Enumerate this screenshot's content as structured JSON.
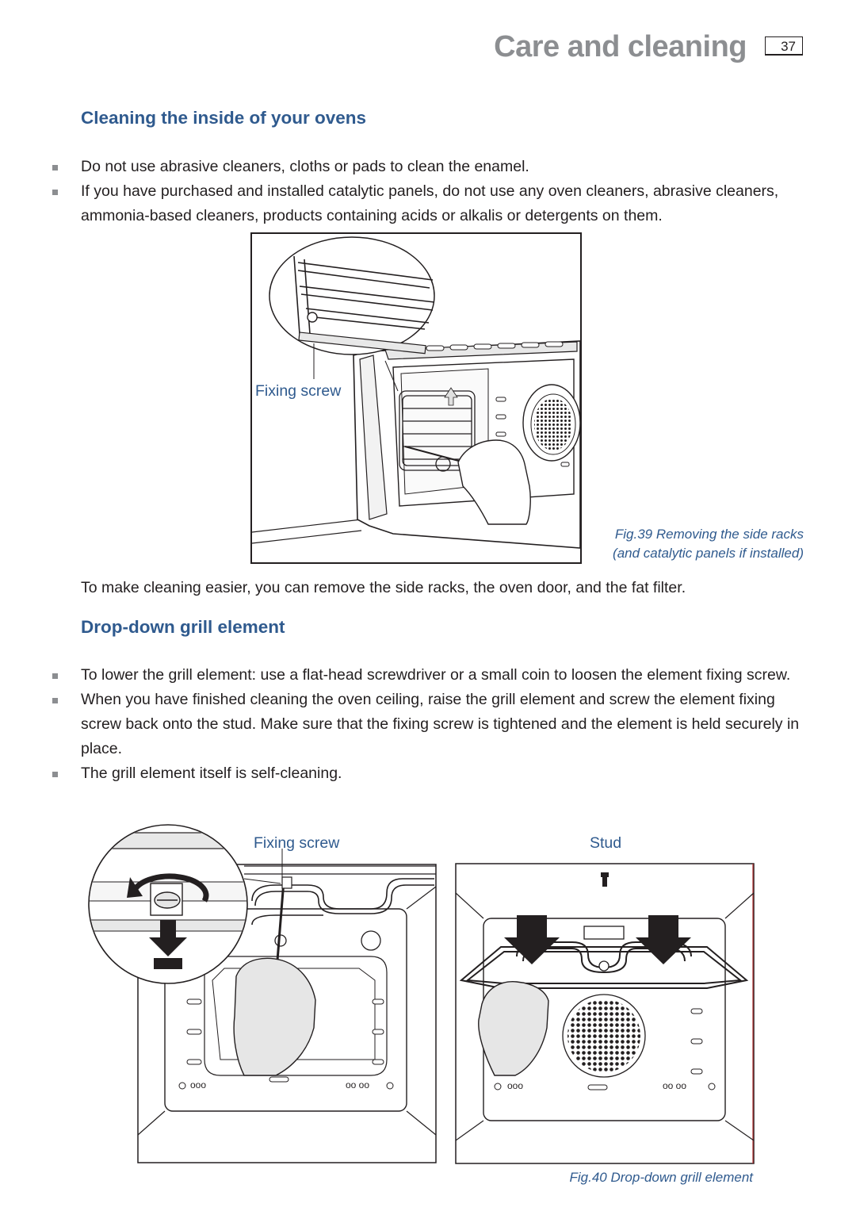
{
  "header": {
    "title": "Care and cleaning",
    "page_number": "37"
  },
  "section1": {
    "heading": "Cleaning the inside of your ovens",
    "bullets": [
      "Do not use abrasive cleaners, cloths or pads to clean the enamel.",
      "If you have purchased and installed catalytic panels, do not use any oven cleaners, abrasive cleaners, ammonia-based cleaners, products containing acids or alkalis or detergents on them."
    ],
    "figure_label": "Fixing screw",
    "caption_line1": "Fig.39 Removing the side racks",
    "caption_line2": "(and catalytic panels if installed)",
    "paragraph": "To make cleaning easier, you can remove the side racks, the oven door, and the fat filter."
  },
  "section2": {
    "heading": "Drop-down grill element",
    "bullets": [
      "To lower the grill element: use a flat-head screwdriver or a small coin to loosen the element fixing screw.",
      "When you have finished cleaning the oven ceiling, raise the grill element and screw the element fixing screw back onto the stud. Make sure that the fixing screw is tightened and the element is held securely in place.",
      "The grill element itself is self-cleaning."
    ],
    "label_fixing_screw": "Fixing screw",
    "label_stud": "Stud",
    "vent_left": "ooo",
    "vent_right": "oo oo",
    "caption": "Fig.40 Drop-down grill element"
  }
}
